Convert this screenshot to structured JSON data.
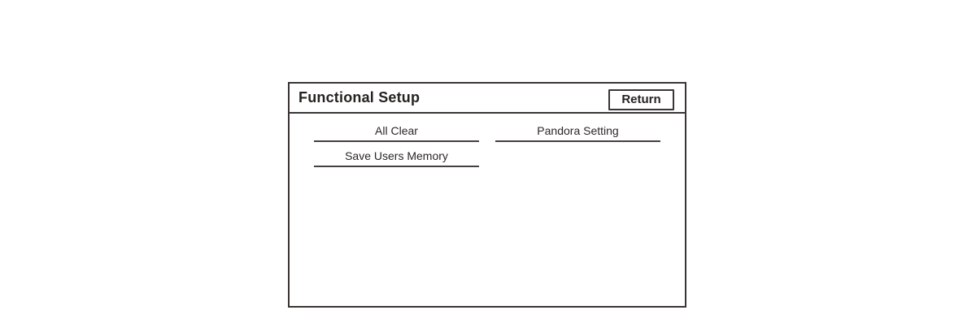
{
  "window": {
    "title": "Functional Setup",
    "return_label": "Return"
  },
  "menu": {
    "items": [
      {
        "label": "All Clear"
      },
      {
        "label": "Pandora Setting"
      },
      {
        "label": "Save Users Memory"
      }
    ]
  },
  "colors": {
    "background": "#ffffff",
    "border": "#3a3533",
    "text": "#262220"
  }
}
